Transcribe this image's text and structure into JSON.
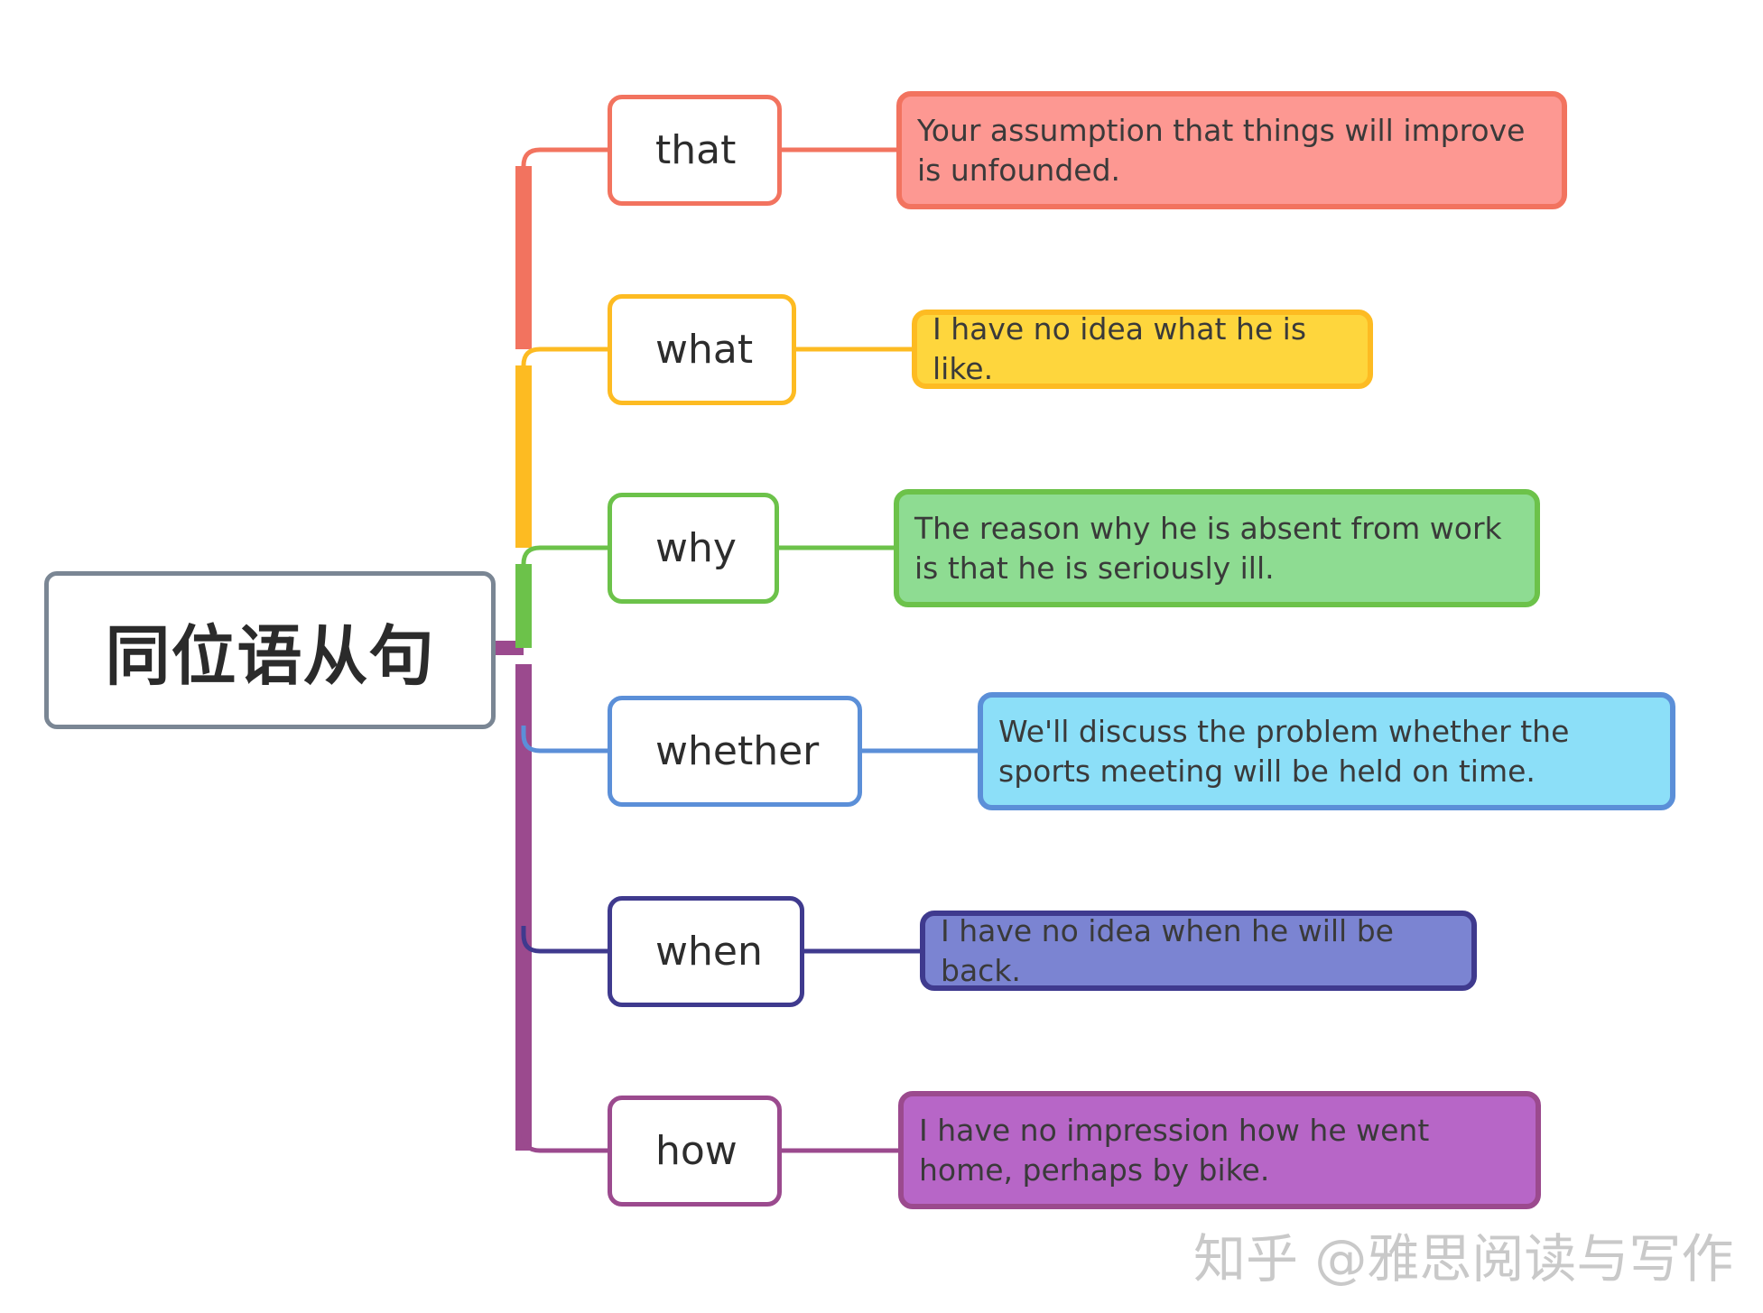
{
  "root": {
    "label": "同位语从句"
  },
  "branches": [
    {
      "keyword": "that",
      "example": "Your assumption that things will improve is unfounded.",
      "border": "#f2735f",
      "fill": "#fd9892"
    },
    {
      "keyword": "what",
      "example": "I have no idea what he is like.",
      "border": "#fdbb22",
      "fill": "#fed63d"
    },
    {
      "keyword": "why",
      "example": "The reason why he is absent from work is that he is seriously ill.",
      "border": "#6cc24a",
      "fill": "#8edc92"
    },
    {
      "keyword": "whether",
      "example": "We'll discuss the problem whether the sports meeting will be held on time.",
      "border": "#5b8fd8",
      "fill": "#8cdff8"
    },
    {
      "keyword": "when",
      "example": "I have no idea when he will be back.",
      "border": "#3f3a8e",
      "fill": "#7b84d2"
    },
    {
      "keyword": "how",
      "example": "I have no impression how he went home, perhaps by bike.",
      "border": "#9b4a8e",
      "fill": "#b766c7"
    }
  ],
  "trunk_color": "#9b4a8e",
  "watermark": "知乎 @雅思阅读与写作"
}
